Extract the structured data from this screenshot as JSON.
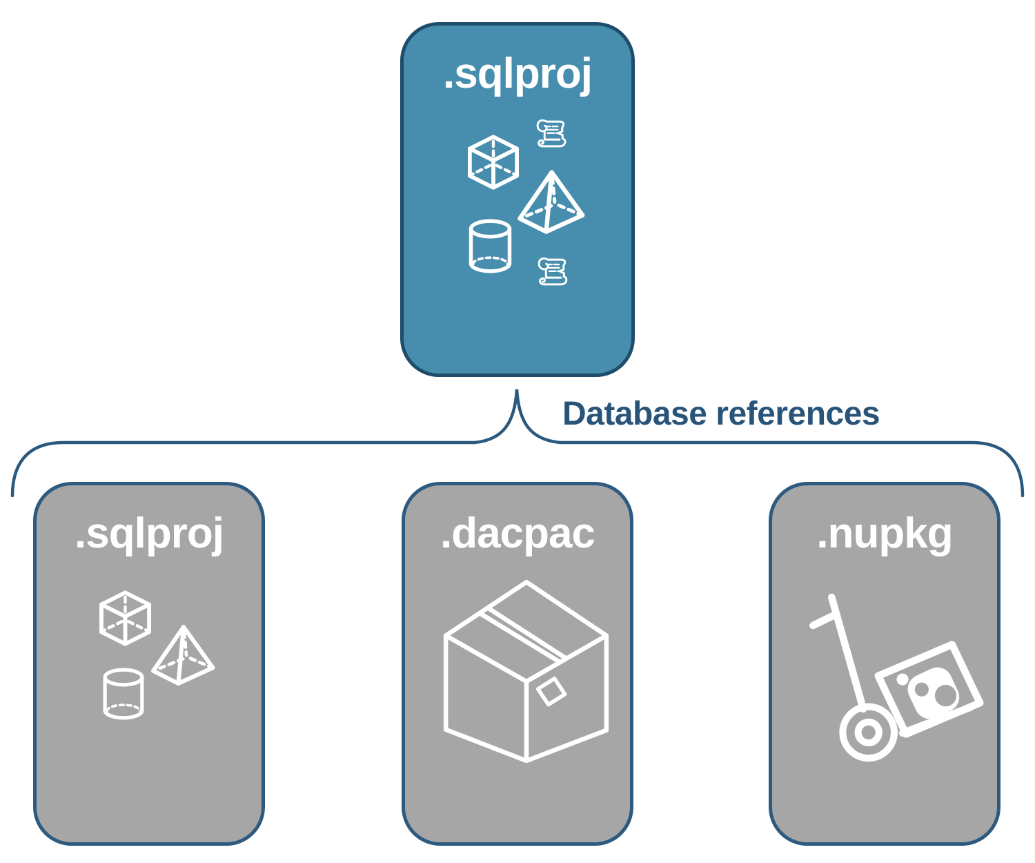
{
  "background": "#ffffff",
  "root_card": {
    "label": ".sqlproj",
    "fill": "#478dad",
    "border_color": "#1d4d6b",
    "text_color": "#ffffff",
    "icons": [
      "scroll-icon",
      "cube-icon",
      "pyramid-icon",
      "cylinder-icon",
      "scroll-icon"
    ]
  },
  "connector": {
    "label": "Database references",
    "line_color": "#2b587d",
    "label_color": "#29547a"
  },
  "child_cards": [
    {
      "label": ".sqlproj",
      "icons": [
        "cube-icon",
        "pyramid-icon",
        "cylinder-icon"
      ]
    },
    {
      "label": ".dacpac",
      "icons": [
        "package-box-icon"
      ]
    },
    {
      "label": ".nupkg",
      "icons": [
        "hand-truck-package-icon"
      ]
    }
  ],
  "child_card_style": {
    "fill": "#a6a6a6",
    "border_color": "#2d5a7e",
    "text_color": "#ffffff"
  }
}
